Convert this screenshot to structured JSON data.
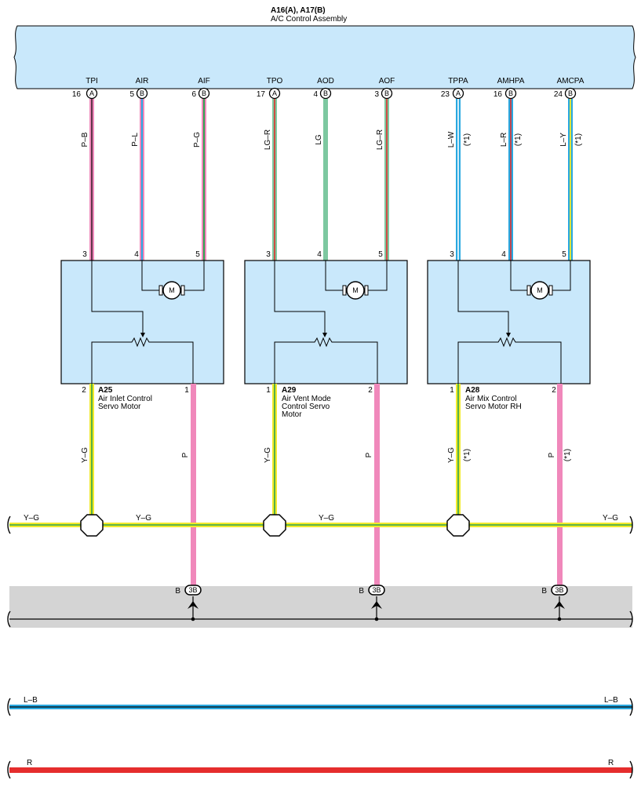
{
  "assembly": {
    "id": "A16(A), A17(B)",
    "name": "A/C Control Assembly"
  },
  "colors": {
    "panel": "#c9e8fb",
    "ground_band": "#d4d4d4",
    "P": "#f088bb",
    "G": "#6fc49a",
    "B": "#000000",
    "L": "#29a8e0",
    "Y": "#f2ea2a",
    "R": "#e52d2d",
    "W": "#ffffff",
    "LG": "#7dc8a0"
  },
  "terminals": [
    {
      "name": "TPI",
      "pin": "16",
      "conn": "A",
      "wire": "P–B",
      "note": ""
    },
    {
      "name": "AIR",
      "pin": "5",
      "conn": "B",
      "wire": "P–L",
      "note": ""
    },
    {
      "name": "AIF",
      "pin": "6",
      "conn": "B",
      "wire": "P–G",
      "note": ""
    },
    {
      "name": "TPO",
      "pin": "17",
      "conn": "A",
      "wire": "LG–R",
      "note": ""
    },
    {
      "name": "AOD",
      "pin": "4",
      "conn": "B",
      "wire": "LG",
      "note": ""
    },
    {
      "name": "AOF",
      "pin": "3",
      "conn": "B",
      "wire": "LG–R",
      "note": ""
    },
    {
      "name": "TPPA",
      "pin": "23",
      "conn": "A",
      "wire": "L–W",
      "note": "(*1)"
    },
    {
      "name": "AMHPA",
      "pin": "16",
      "conn": "B",
      "wire": "L–R",
      "note": "(*1)"
    },
    {
      "name": "AMCPA",
      "pin": "24",
      "conn": "B",
      "wire": "L–Y",
      "note": "(*1)"
    }
  ],
  "servos": [
    {
      "id": "A25",
      "name": [
        "Air Inlet Control",
        "Servo Motor"
      ],
      "top_pins": [
        "3",
        "4",
        "5"
      ],
      "bottom_left_pin": "2",
      "bottom_right_pin": "1",
      "motor": "M",
      "bottom_left_wire": "Y–G",
      "bottom_right_wire": "P",
      "note": ""
    },
    {
      "id": "A29",
      "name": [
        "Air Vent Mode",
        "Control Servo",
        "Motor"
      ],
      "top_pins": [
        "3",
        "4",
        "5"
      ],
      "bottom_left_pin": "1",
      "bottom_right_pin": "2",
      "motor": "M",
      "bottom_left_wire": "Y–G",
      "bottom_right_wire": "P",
      "note": ""
    },
    {
      "id": "A28",
      "name": [
        "Air Mix Control",
        "Servo Motor RH"
      ],
      "top_pins": [
        "3",
        "4",
        "5"
      ],
      "bottom_left_pin": "1",
      "bottom_right_pin": "2",
      "motor": "M",
      "bottom_left_wire": "Y–G",
      "bottom_right_wire": "P",
      "note": "(*1)"
    }
  ],
  "buses": {
    "yg": {
      "left": "Y–G",
      "mid1": "Y–G",
      "mid2": "Y–G",
      "right": "Y–G"
    },
    "lb": {
      "left": "L–B",
      "right": "L–B"
    },
    "r": {
      "left": "R",
      "right": "R"
    }
  },
  "ground_connectors": [
    {
      "wire": "B",
      "conn": "3B"
    },
    {
      "wire": "B",
      "conn": "3B"
    },
    {
      "wire": "B",
      "conn": "3B"
    }
  ]
}
